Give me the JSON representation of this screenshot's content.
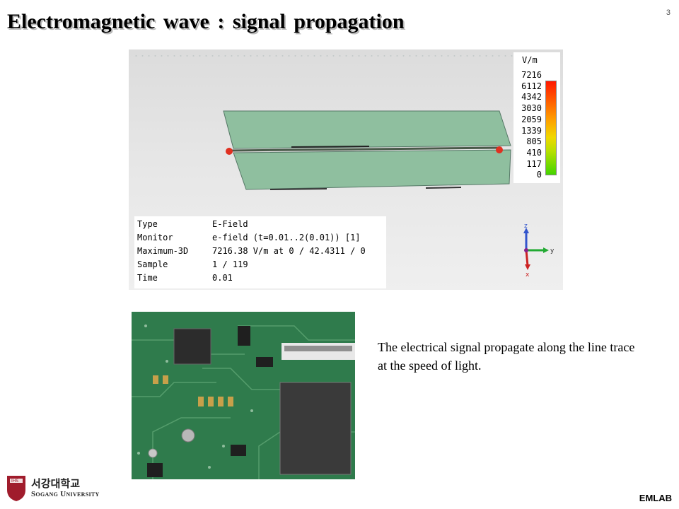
{
  "slide": {
    "title": "Electromagnetic  wave : signal propagation",
    "page_number": "3",
    "caption": "The electrical signal propagate along the line trace at the speed of light.",
    "footer_label": "EMLAB"
  },
  "simulation": {
    "legend": {
      "unit": "V/m",
      "values": [
        "7216",
        "6112",
        "4342",
        "3030",
        "2059",
        "1339",
        "805",
        "410",
        "117",
        "0"
      ]
    },
    "info": [
      {
        "key": "Type",
        "value": "E-Field"
      },
      {
        "key": "Monitor",
        "value": "e-field (t=0.01..2(0.01)) [1]"
      },
      {
        "key": "Maximum-3D",
        "value": "7216.38 V/m at 0 / 42.4311 / 0"
      },
      {
        "key": "Sample",
        "value": "1 / 119"
      },
      {
        "key": "Time",
        "value": "0.01"
      }
    ],
    "axes": {
      "z": "z",
      "y": "y",
      "x": "x"
    }
  },
  "logo": {
    "korean": "서강대학교",
    "english": "Sogang University",
    "crest_text": "IHS"
  },
  "colors": {
    "board": "#8fbf9f",
    "pcb_green": "#2f7b4c",
    "axis_z": "#3355cc",
    "axis_y": "#22aa33",
    "axis_x": "#cc2222",
    "crest": "#a01c2c"
  }
}
